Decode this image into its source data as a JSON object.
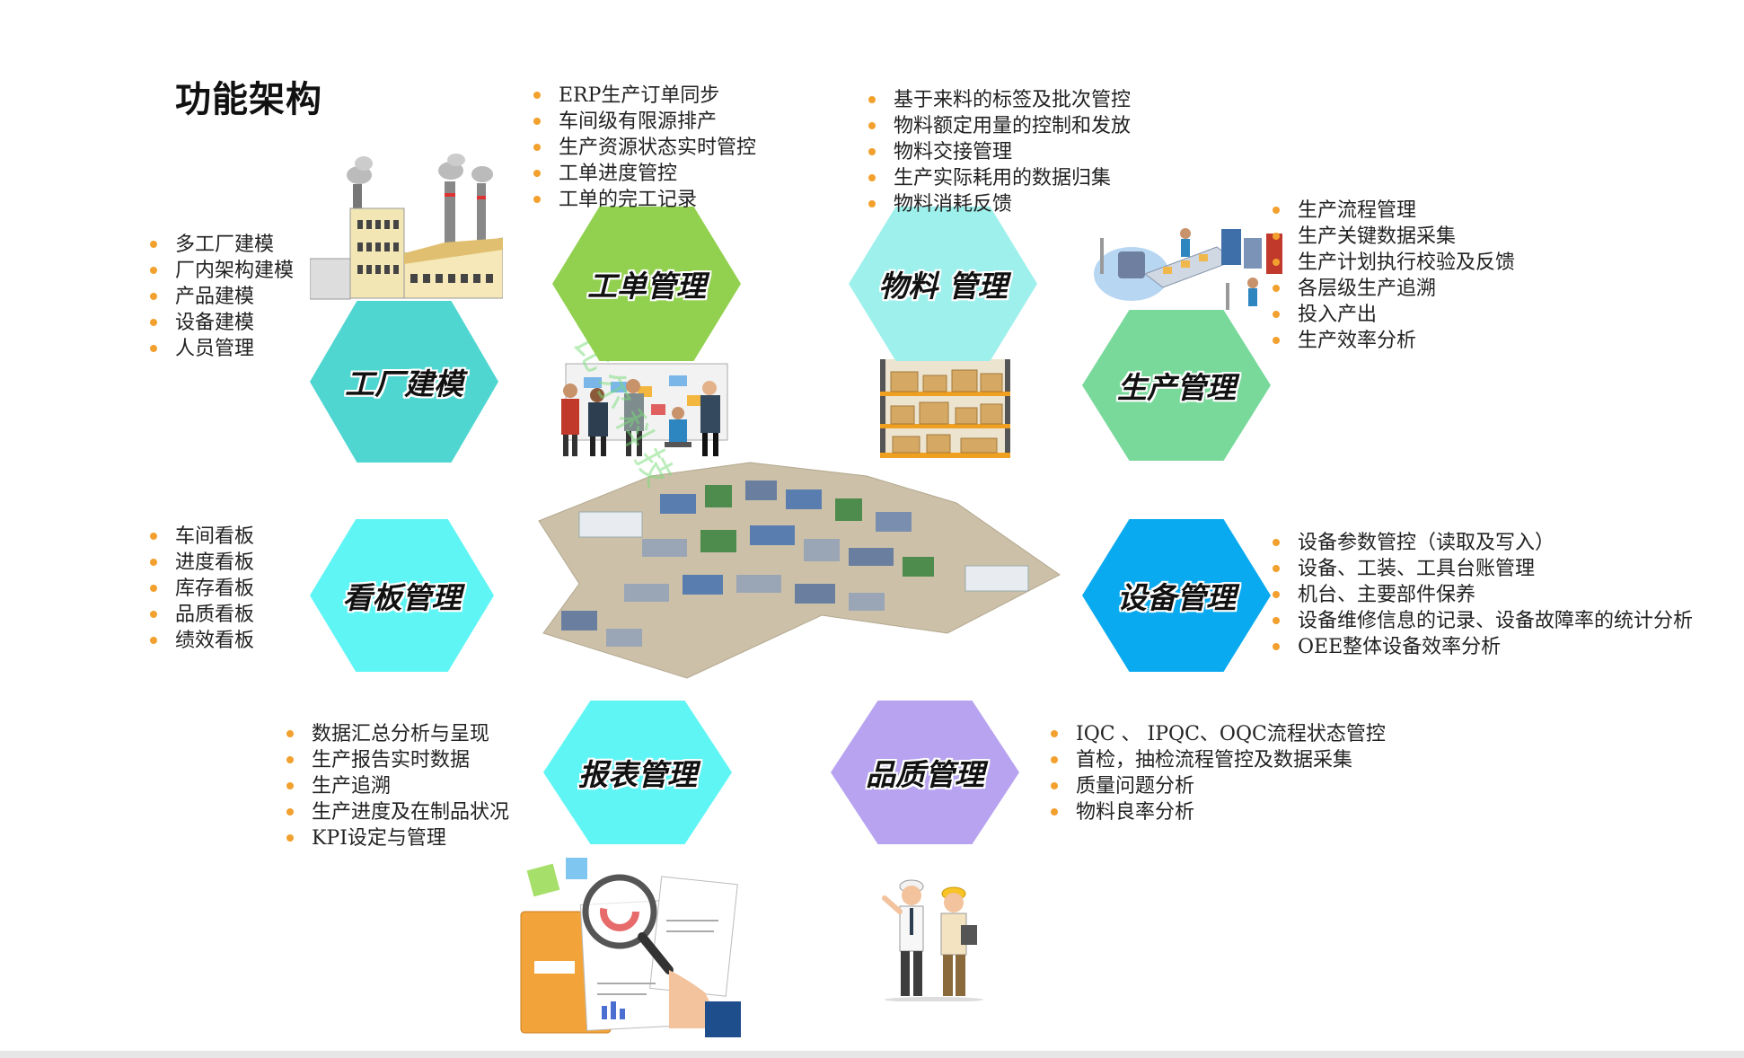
{
  "title": "功能架构",
  "colors": {
    "bullet": "#f2a02e",
    "factory": "#4fd6d0",
    "workorder": "#92d14f",
    "material": "#9ef0ec",
    "production": "#79d99b",
    "kanban": "#5ff5f5",
    "equipment": "#0aaaf0",
    "report": "#5ff5f5",
    "quality": "#b7a3f0"
  },
  "modules": {
    "factory": {
      "label": "工厂建模",
      "items": [
        "多工厂建模",
        "厂内架构建模",
        "产品建模",
        "设备建模",
        "人员管理"
      ]
    },
    "workorder": {
      "label": "工单管理",
      "items": [
        "ERP生产订单同步",
        "车间级有限源排产",
        "生产资源状态实时管控",
        "工单进度管控",
        "工单的完工记录"
      ]
    },
    "material": {
      "label": "物料 管理",
      "items": [
        "基于来料的标签及批次管控",
        "物料额定用量的控制和发放",
        "物料交接管理",
        "生产实际耗用的数据归集",
        "物料消耗反馈"
      ]
    },
    "production": {
      "label": "生产管理",
      "items": [
        "生产流程管理",
        "生产关键数据采集",
        "生产计划执行校验及反馈",
        "各层级生产追溯",
        "投入产出",
        "生产效率分析"
      ]
    },
    "kanban": {
      "label": "看板管理",
      "items": [
        "车间看板",
        "进度看板",
        "库存看板",
        "品质看板",
        "绩效看板"
      ]
    },
    "equipment": {
      "label": "设备管理",
      "items": [
        "设备参数管控（读取及写入）",
        "设备、工装、工具台账管理",
        "机台、主要部件保养",
        "设备维修信息的记录、设备故障率的统计分析",
        "OEE整体设备效率分析"
      ]
    },
    "report": {
      "label": "报表管理",
      "items": [
        "数据汇总分析与呈现",
        "生产报告实时数据",
        "生产追溯",
        "生产进度及在制品状况",
        "KPI设定与管理"
      ]
    },
    "quality": {
      "label": "品质管理",
      "items": [
        "IQC 、 IPQC、OQC流程状态管控",
        "首检，抽检流程管控及数据采集",
        "质量问题分析",
        "物料良率分析"
      ]
    }
  },
  "illustrations": {
    "factory": "factory-icon",
    "workorder": "meeting-team-icon",
    "material": "warehouse-shelf-icon",
    "production": "production-line-icon",
    "center": "isometric-factory-floor-icon",
    "report": "report-magnifier-icon",
    "quality": "inspectors-icon"
  },
  "watermark": "比尔科技"
}
